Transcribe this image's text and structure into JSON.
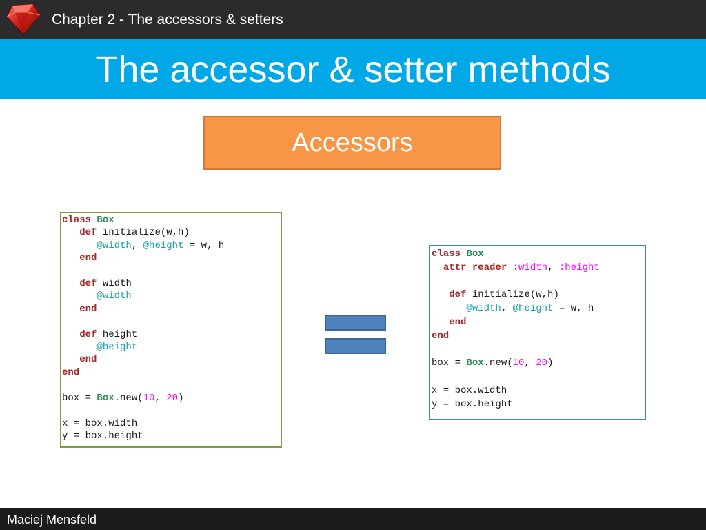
{
  "header": {
    "chapter_title": "Chapter 2 - The accessors & setters",
    "logo_icon": "ruby-gem-icon",
    "bar_color": "#2b2b2b"
  },
  "title_bar": {
    "title": "The accessor & setter methods",
    "color": "#00a8e8"
  },
  "section_box": {
    "label": "Accessors",
    "color": "#f79646"
  },
  "left_code": {
    "line1": {
      "kw": "class",
      "cls": "Box"
    },
    "line2": {
      "kw": "def",
      "text": " initialize(w,h)"
    },
    "line3": {
      "ivar1": "@width",
      "sep": ", ",
      "ivar2": "@height",
      "text": " = w, h"
    },
    "line4": {
      "kw": "end"
    },
    "line6": {
      "kw": "def",
      "text": " width"
    },
    "line7": {
      "ivar": "@width"
    },
    "line8": {
      "kw": "end"
    },
    "line10": {
      "kw": "def",
      "text": " height"
    },
    "line11": {
      "ivar": "@height"
    },
    "line12": {
      "kw": "end"
    },
    "line13": {
      "kw": "end"
    },
    "line15": {
      "pre": "box = ",
      "cls": "Box",
      "mid": ".new(",
      "num1": "10",
      "sep": ", ",
      "num2": "20",
      "post": ")"
    },
    "line17": {
      "text": "x = box.width"
    },
    "line18": {
      "text": "y = box.height"
    }
  },
  "right_code": {
    "line1": {
      "kw": "class",
      "cls": "Box"
    },
    "line2": {
      "kw": "attr_reader",
      "sym1": ":width",
      "sep": ", ",
      "sym2": ":height"
    },
    "line4": {
      "kw": "def",
      "text": " initialize(w,h)"
    },
    "line5": {
      "ivar1": "@width",
      "sep": ", ",
      "ivar2": "@height",
      "text": " = w, h"
    },
    "line6": {
      "kw": "end"
    },
    "line7": {
      "kw": "end"
    },
    "line9": {
      "pre": "box = ",
      "cls": "Box",
      "mid": ".new(",
      "num1": "10",
      "sep": ", ",
      "num2": "20",
      "post": ")"
    },
    "line11": {
      "text": "x = box.width"
    },
    "line12": {
      "text": "y = box.height"
    }
  },
  "equals_sign": {
    "color": "#4f81bd"
  },
  "footer": {
    "author": "Maciej Mensfeld"
  }
}
